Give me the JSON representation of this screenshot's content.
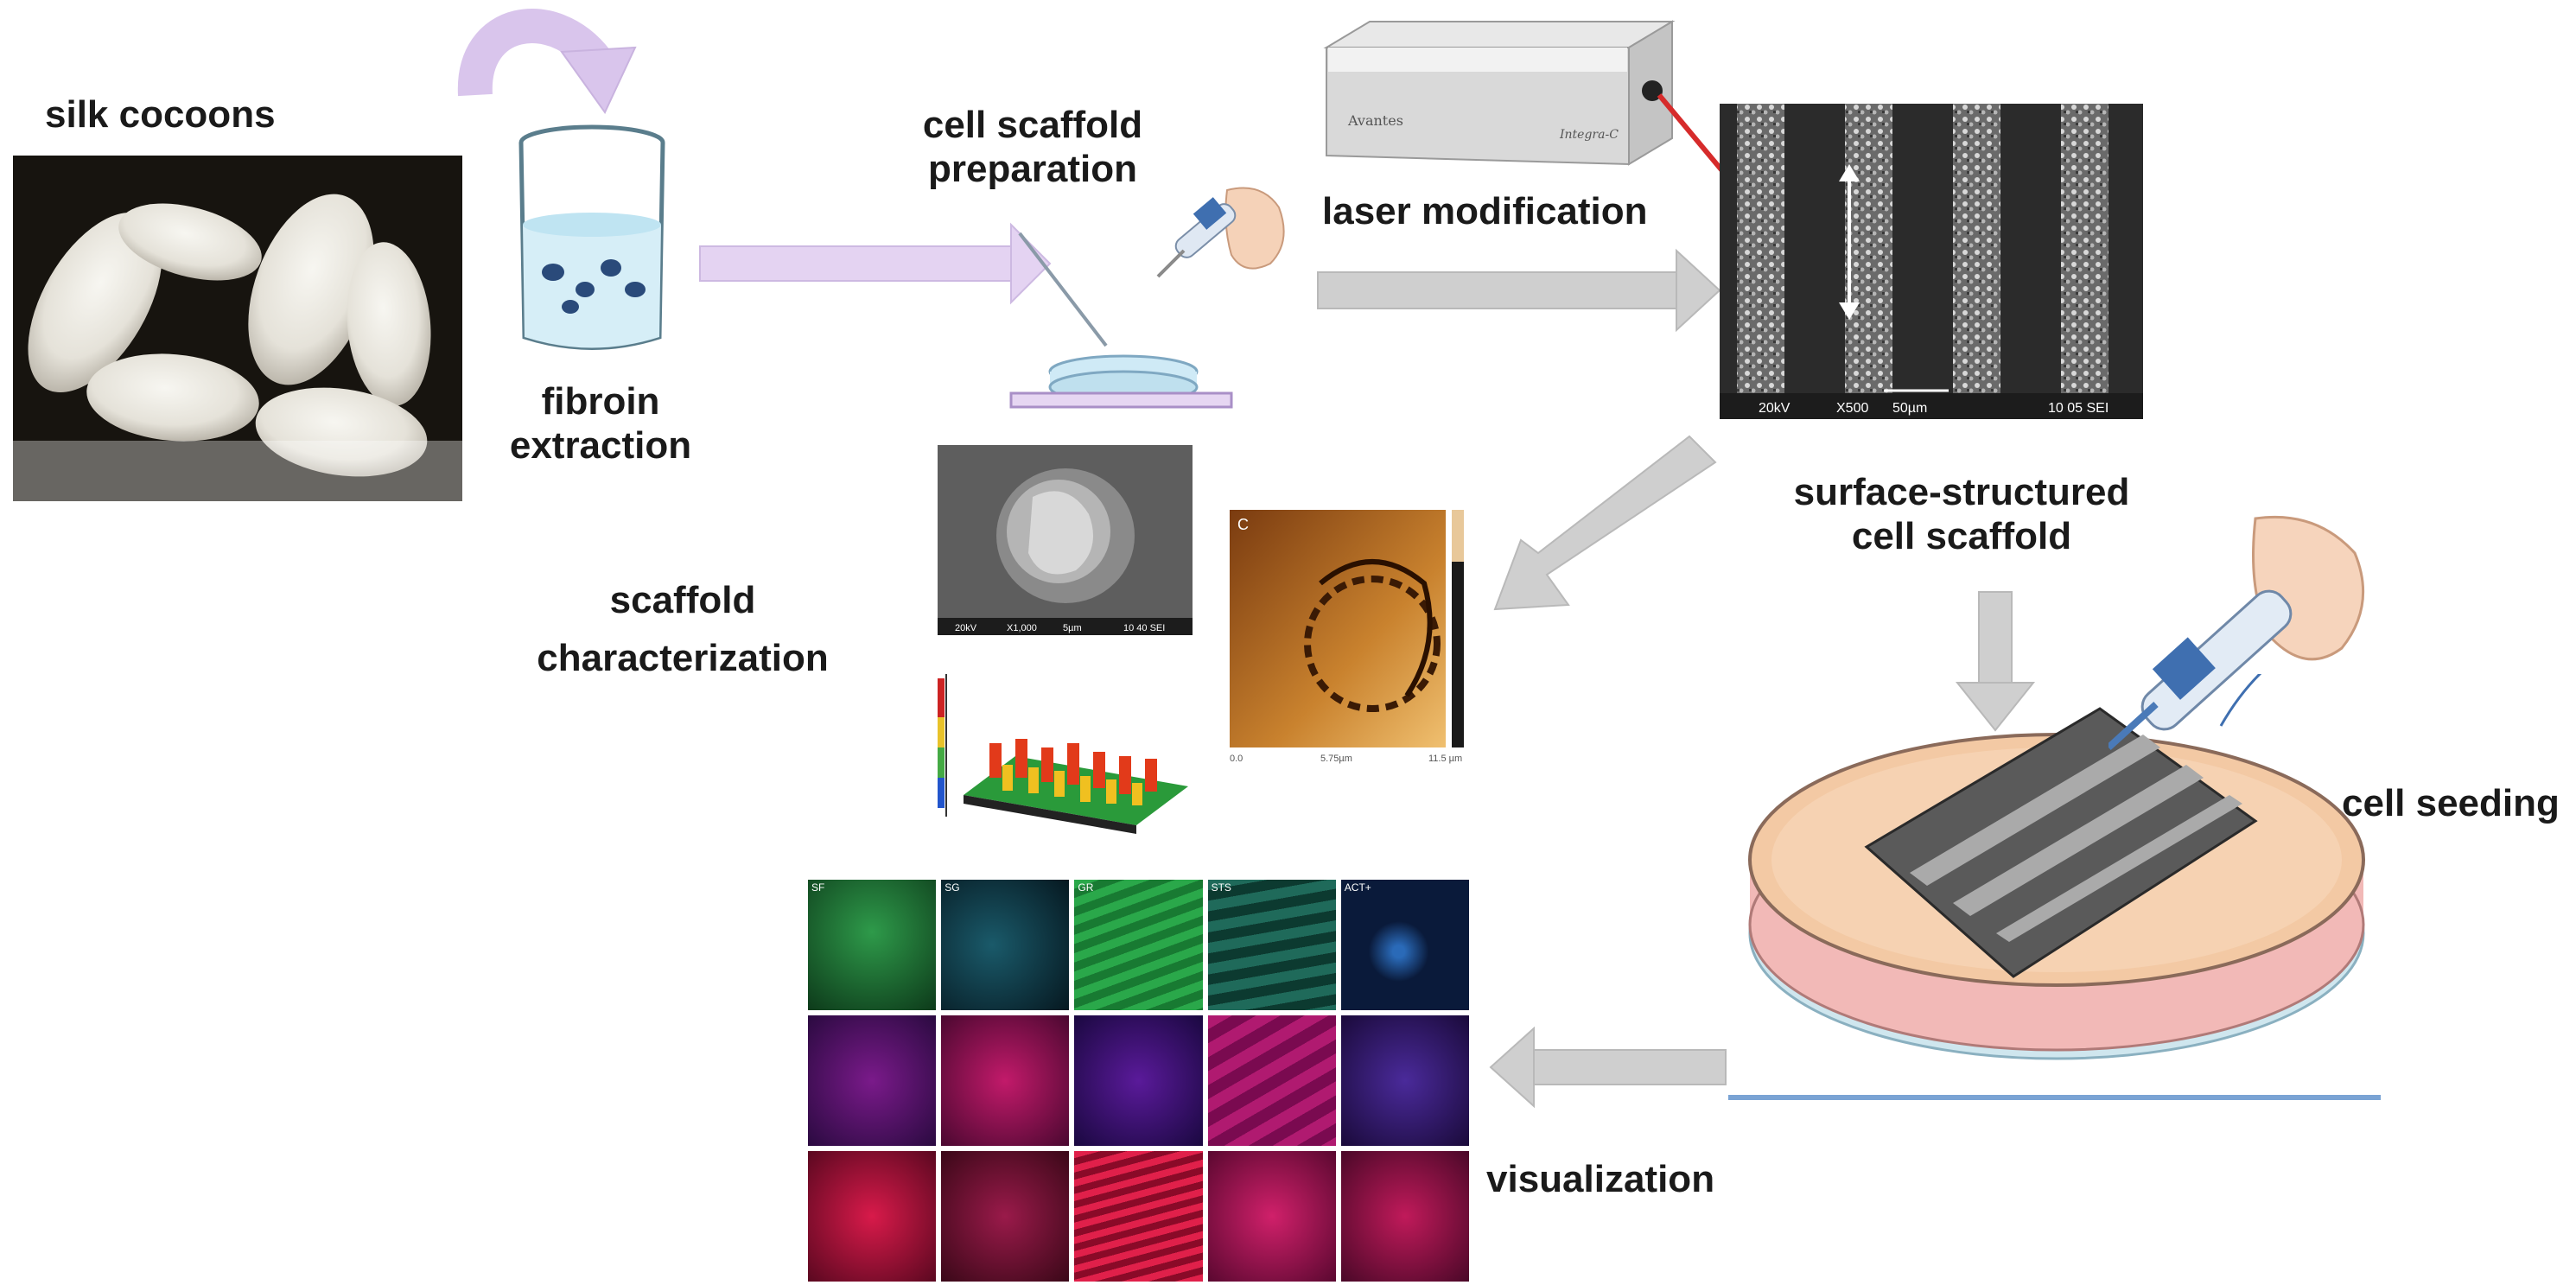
{
  "labels": {
    "silk_cocoons": "silk cocoons",
    "fibroin_line1": "fibroin",
    "fibroin_line2": "extraction",
    "scaffold_prep_line1": "cell scaffold",
    "scaffold_prep_line2": "preparation",
    "laser_mod": "laser modification",
    "surface_line1": "surface-structured",
    "surface_line2": "cell scaffold",
    "characterization_line1": "scaffold",
    "characterization_line2": "characterization",
    "cell_seeding": "cell seeding",
    "visualization": "visualization"
  },
  "sem": {
    "kv": "20kV",
    "mag": "X500",
    "scale": "50µm",
    "id": "10 05 SEI"
  },
  "sem_small": {
    "kv": "20kV",
    "mag": "X1,000",
    "scale": "5µm",
    "id": "10 40 SEI"
  },
  "afm": {
    "corner": "C",
    "scale_left": "0.0",
    "scale_mid": "5.75µm",
    "scale_right": "11.5 µm"
  },
  "colors": {
    "purple_arrow": "#d9c5ec",
    "grey_arrow": "#c8c8c8",
    "dish_fill": "#f3c9a4",
    "dish_side": "#f2b9b7",
    "dish_base": "#cfe6ee",
    "line_blue": "#7aa3d4"
  },
  "grid_headers": [
    "SF",
    "SG",
    "GR",
    "STS",
    "ACT+"
  ]
}
